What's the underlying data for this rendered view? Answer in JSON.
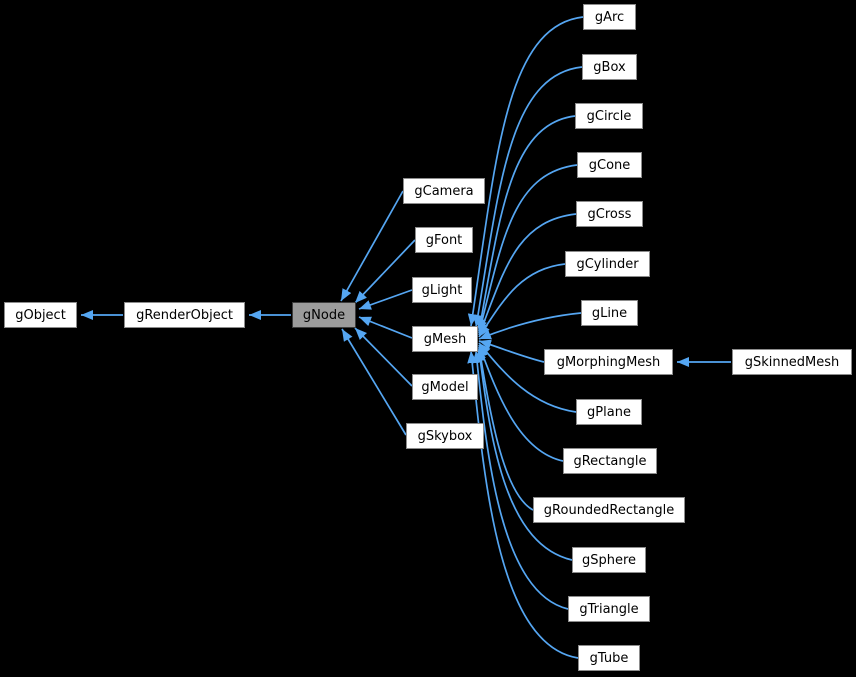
{
  "diagram": {
    "type": "class-inheritance-graph",
    "background_color": "#000000",
    "edge_color": "#55a6f2",
    "node_fill_color": "#ffffff",
    "node_border_color": "#8c8c8c",
    "highlighted_node": "gNode",
    "highlight_fill_color": "#9c9c9c",
    "highlight_border_color": "#3d3d3d",
    "text_color": "#000000"
  },
  "labels": {
    "gObject": "gObject",
    "gRenderObject": "gRenderObject",
    "gNode": "gNode",
    "gCamera": "gCamera",
    "gFont": "gFont",
    "gLight": "gLight",
    "gMesh": "gMesh",
    "gModel": "gModel",
    "gSkybox": "gSkybox",
    "gArc": "gArc",
    "gBox": "gBox",
    "gCircle": "gCircle",
    "gCone": "gCone",
    "gCross": "gCross",
    "gCylinder": "gCylinder",
    "gLine": "gLine",
    "gMorphingMesh": "gMorphingMesh",
    "gSkinnedMesh": "gSkinnedMesh",
    "gPlane": "gPlane",
    "gRectangle": "gRectangle",
    "gRoundedRectangle": "gRoundedRectangle",
    "gSphere": "gSphere",
    "gTriangle": "gTriangle",
    "gTube": "gTube"
  },
  "relationships": [
    {
      "derived": "gRenderObject",
      "base": "gObject"
    },
    {
      "derived": "gNode",
      "base": "gRenderObject"
    },
    {
      "derived": "gCamera",
      "base": "gNode"
    },
    {
      "derived": "gFont",
      "base": "gNode"
    },
    {
      "derived": "gLight",
      "base": "gNode"
    },
    {
      "derived": "gMesh",
      "base": "gNode"
    },
    {
      "derived": "gModel",
      "base": "gNode"
    },
    {
      "derived": "gSkybox",
      "base": "gNode"
    },
    {
      "derived": "gArc",
      "base": "gMesh"
    },
    {
      "derived": "gBox",
      "base": "gMesh"
    },
    {
      "derived": "gCircle",
      "base": "gMesh"
    },
    {
      "derived": "gCone",
      "base": "gMesh"
    },
    {
      "derived": "gCross",
      "base": "gMesh"
    },
    {
      "derived": "gCylinder",
      "base": "gMesh"
    },
    {
      "derived": "gLine",
      "base": "gMesh"
    },
    {
      "derived": "gMorphingMesh",
      "base": "gMesh"
    },
    {
      "derived": "gPlane",
      "base": "gMesh"
    },
    {
      "derived": "gRectangle",
      "base": "gMesh"
    },
    {
      "derived": "gRoundedRectangle",
      "base": "gMesh"
    },
    {
      "derived": "gSphere",
      "base": "gMesh"
    },
    {
      "derived": "gTriangle",
      "base": "gMesh"
    },
    {
      "derived": "gTube",
      "base": "gMesh"
    },
    {
      "derived": "gSkinnedMesh",
      "base": "gMorphingMesh"
    }
  ]
}
